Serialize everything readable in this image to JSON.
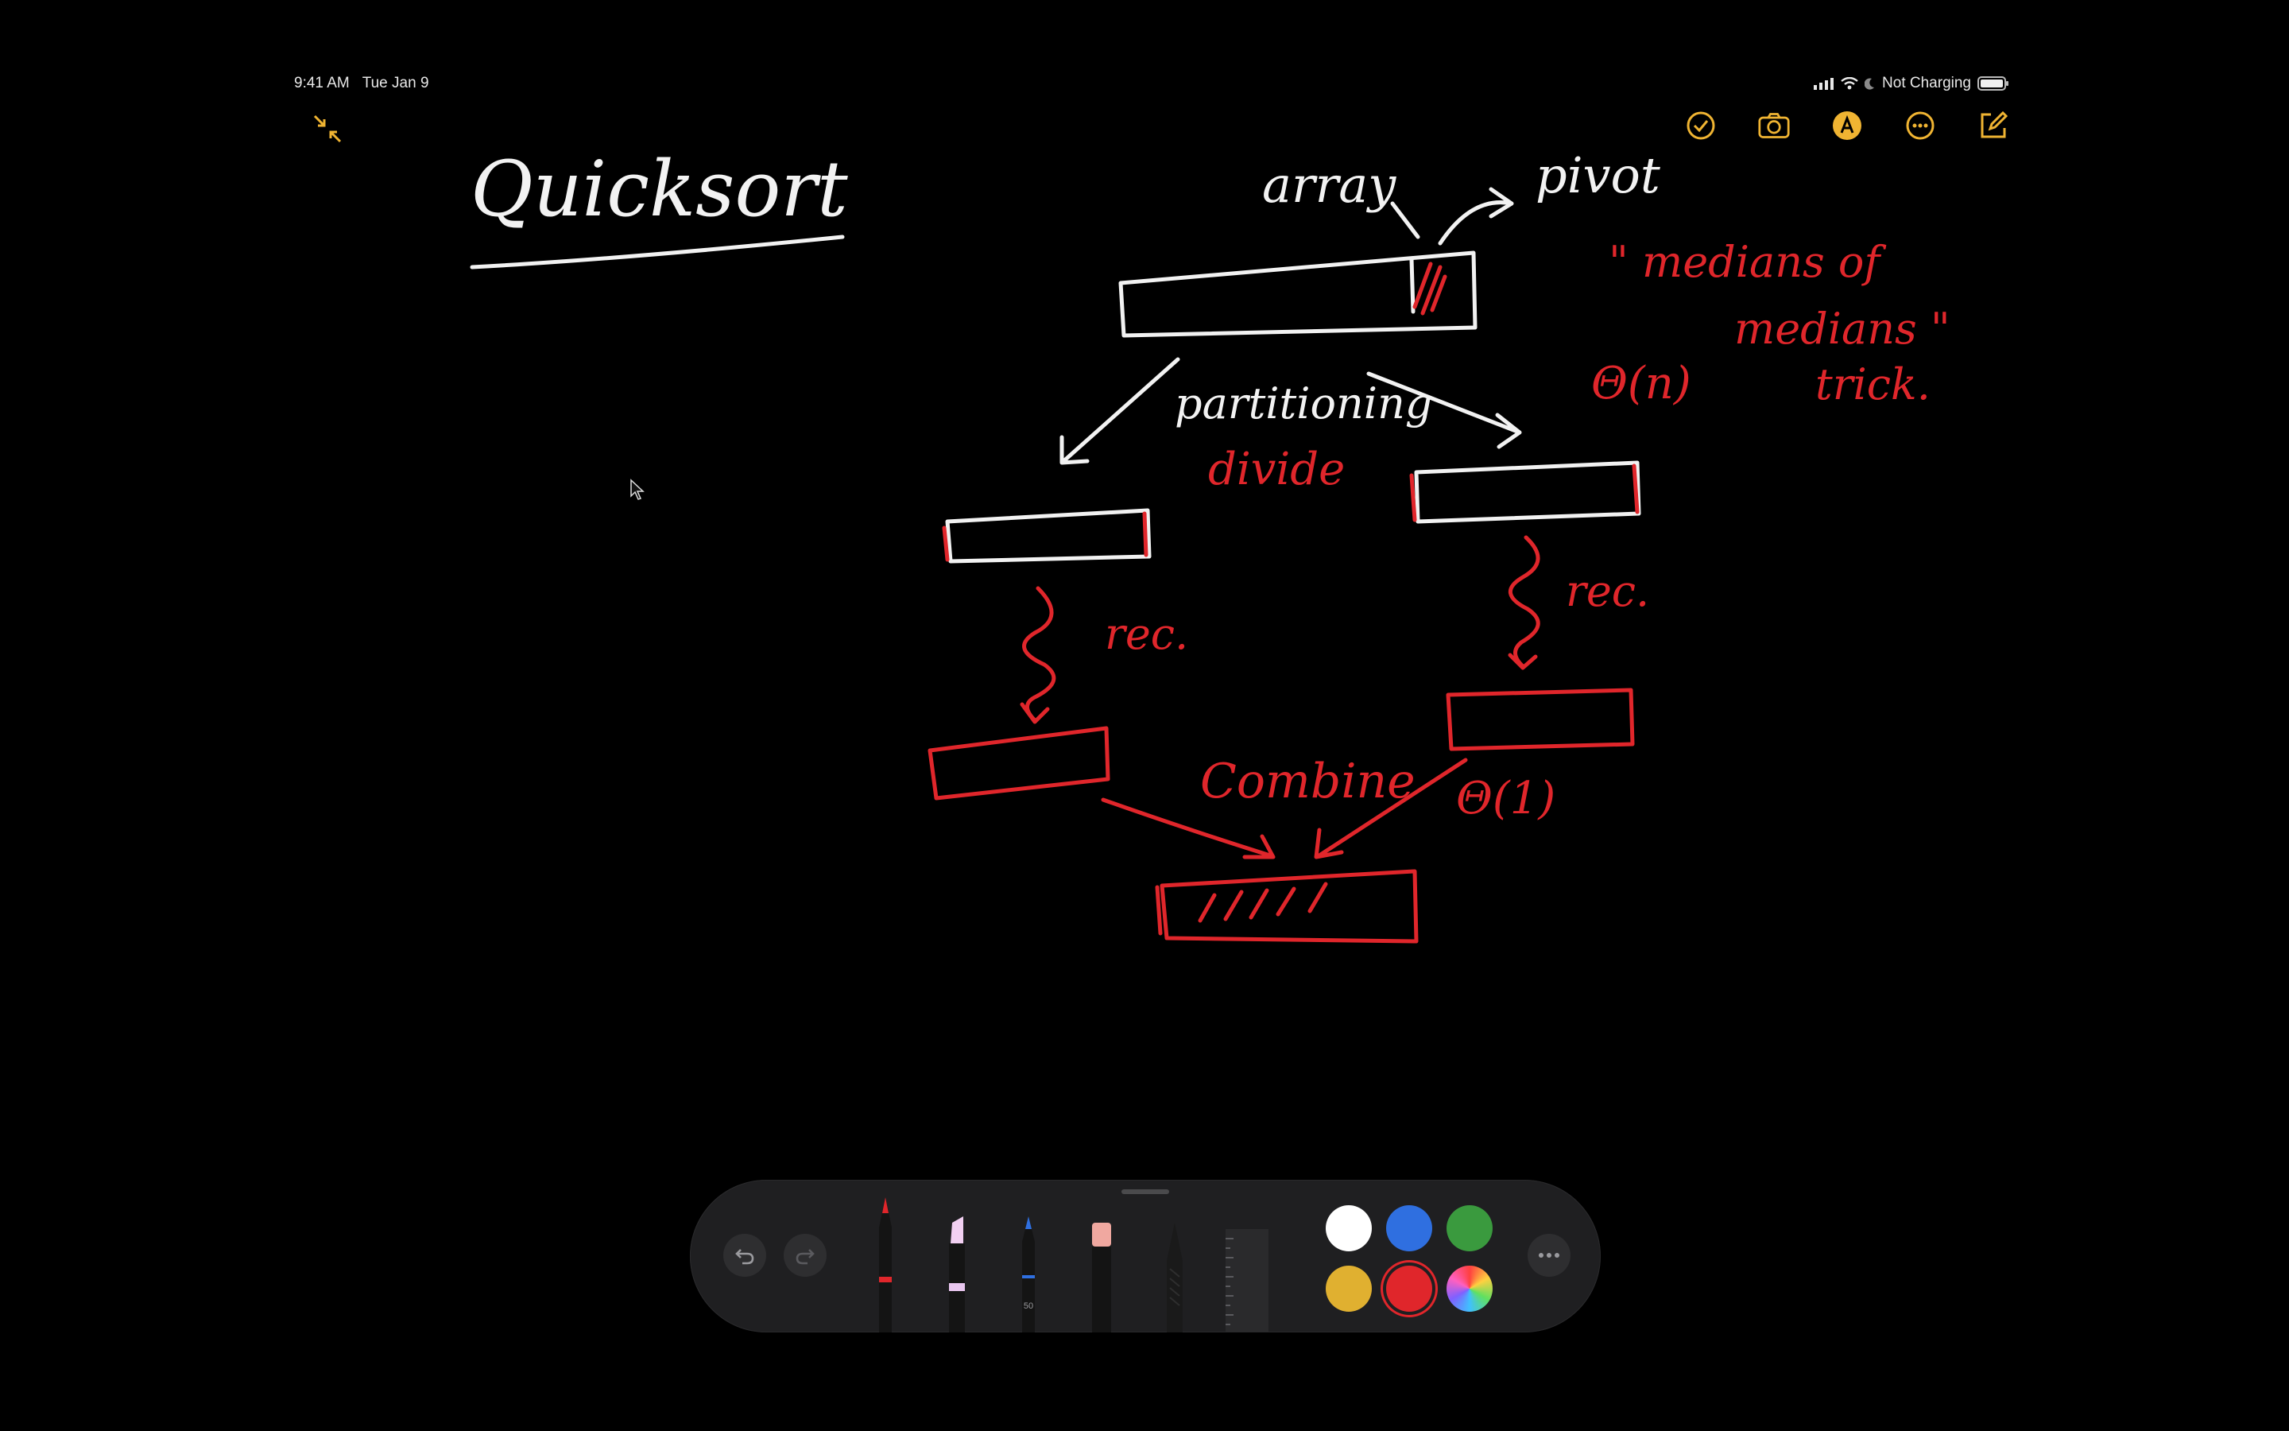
{
  "status": {
    "time": "9:41 AM",
    "date": "Tue Jan 9",
    "battery_text": "Not Charging"
  },
  "top_toolbar": {
    "icons": [
      "checklist-icon",
      "camera-icon",
      "markup-icon",
      "more-icon",
      "compose-icon"
    ],
    "accent": "#f0b432"
  },
  "note": {
    "title": "Quicksort",
    "labels": {
      "array": "array",
      "pivot": "pivot",
      "partitioning": "partitioning",
      "divide": "divide",
      "medians_line1": "\" medians of",
      "medians_line2": "medians \"",
      "theta_n": "Θ(n)",
      "trick": "trick.",
      "rec_left": "rec.",
      "rec_right": "rec.",
      "combine": "Combine",
      "theta_1": "Θ(1)"
    },
    "ink_colors": {
      "white": "#f2f2f2",
      "red": "#e0262b"
    }
  },
  "palette": {
    "tools": [
      "pen",
      "highlighter",
      "pencil-blue",
      "eraser",
      "fountain-pen",
      "ruler"
    ],
    "pencil_size_label": "50",
    "colors": [
      "#ffffff",
      "#2f6fe0",
      "#3a9a3e",
      "#e0b030",
      "#e0262b",
      "multicolor"
    ],
    "selected_color": "#e0262b"
  }
}
